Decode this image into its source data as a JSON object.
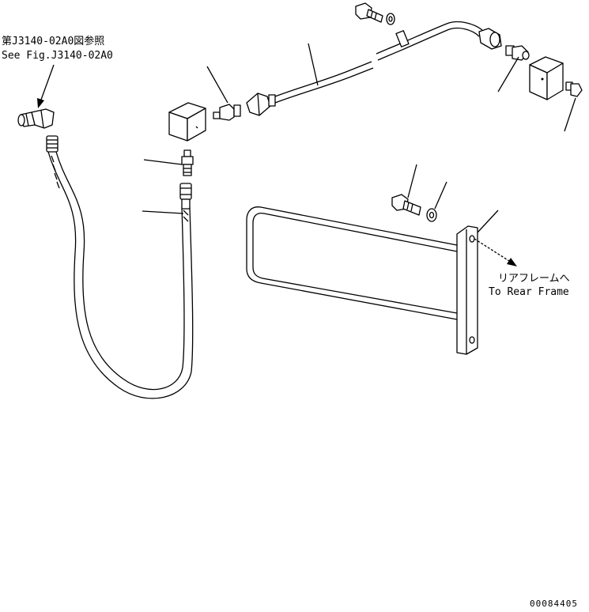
{
  "labels": {
    "see_fig_jp": "第J3140-02A0図参照",
    "see_fig_en": "See Fig.J3140-02A0",
    "rear_frame_jp": "リアフレームへ",
    "rear_frame_en": "To Rear Frame",
    "drawing_number": "00084405"
  }
}
